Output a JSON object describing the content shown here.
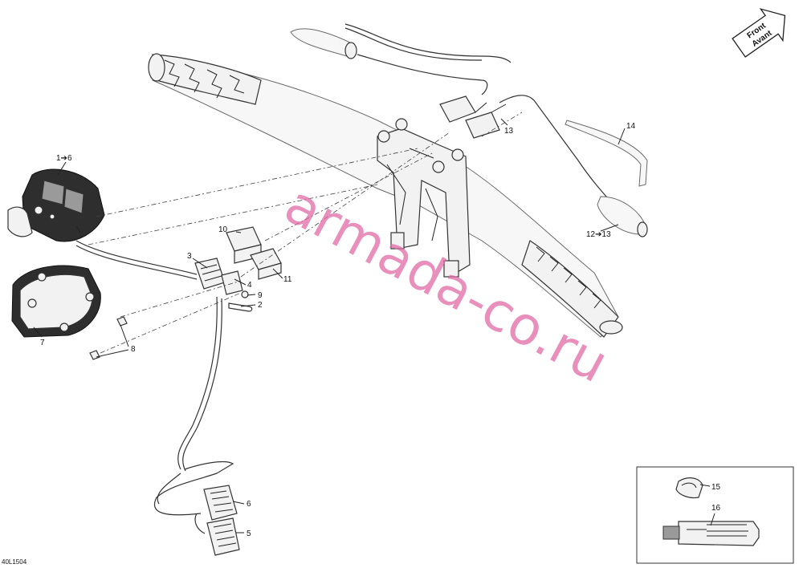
{
  "drawing_code": "40L1504",
  "front_badge": {
    "line1": "Front",
    "line2": "Avant"
  },
  "watermark": "armada-co.ru",
  "callouts": {
    "c1_6": "1➔6",
    "c2": "2",
    "c3": "3",
    "c4": "4",
    "c5": "5",
    "c6": "6",
    "c7": "7",
    "c8": "8",
    "c9": "9",
    "c10": "10",
    "c11": "11",
    "c12_13": "12➔13",
    "c13": "13",
    "c14": "14",
    "c15": "15",
    "c16": "16"
  }
}
